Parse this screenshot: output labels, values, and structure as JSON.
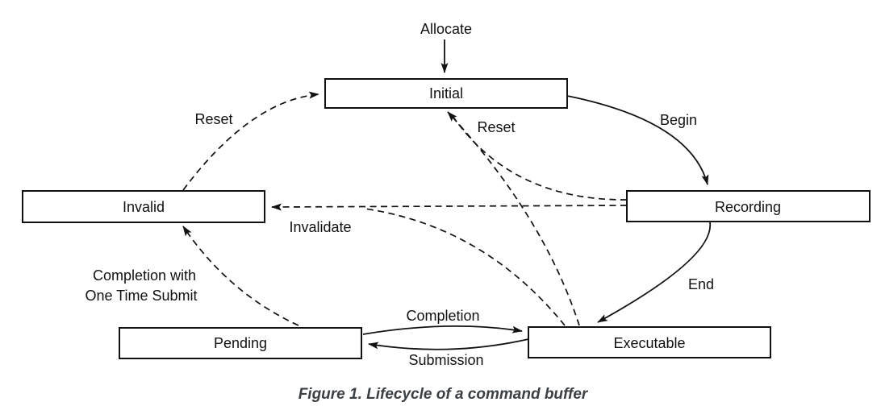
{
  "figure": {
    "caption": "Figure 1. Lifecycle of a command buffer"
  },
  "states": {
    "initial": "Initial",
    "recording": "Recording",
    "invalid": "Invalid",
    "pending": "Pending",
    "executable": "Executable"
  },
  "labels": {
    "allocate": "Allocate",
    "begin": "Begin",
    "end": "End",
    "reset_left": "Reset",
    "reset_right": "Reset",
    "invalidate": "Invalidate",
    "completion": "Completion",
    "submission": "Submission",
    "one_time_line1": "Completion with",
    "one_time_line2": "One Time Submit"
  },
  "edges": [
    {
      "label": "Allocate",
      "from": "",
      "to": "Initial",
      "style": "solid"
    },
    {
      "label": "Begin",
      "from": "Initial",
      "to": "Recording",
      "style": "solid"
    },
    {
      "label": "End",
      "from": "Recording",
      "to": "Executable",
      "style": "solid"
    },
    {
      "label": "Completion",
      "from": "Pending",
      "to": "Executable",
      "style": "solid"
    },
    {
      "label": "Submission",
      "from": "Executable",
      "to": "Pending",
      "style": "solid"
    },
    {
      "label": "Reset",
      "from": "Invalid",
      "to": "Initial",
      "style": "dashed"
    },
    {
      "label": "Reset",
      "from": "Recording",
      "to": "Initial",
      "style": "dashed"
    },
    {
      "label": "Reset",
      "from": "Executable",
      "to": "Initial",
      "style": "dashed"
    },
    {
      "label": "Invalidate",
      "from": "Recording",
      "to": "Invalid",
      "style": "dashed"
    },
    {
      "label": "Invalidate",
      "from": "Executable",
      "to": "Invalid",
      "style": "dashed"
    },
    {
      "label": "Completion with One Time Submit",
      "from": "Pending",
      "to": "Invalid",
      "style": "dashed"
    }
  ],
  "colors": {
    "line": "#111111",
    "box_border": "#111111",
    "box_fill": "#ffffff",
    "text": "#111111",
    "background": "#ffffff",
    "caption": "#3b4045"
  }
}
